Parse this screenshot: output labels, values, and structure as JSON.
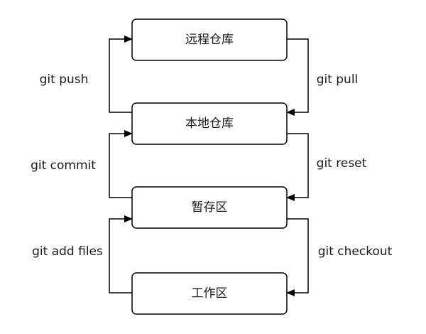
{
  "nodes": {
    "remote_repo": "远程仓库",
    "local_repo": "本地仓库",
    "staging_area": "暂存区",
    "working_dir": "工作区"
  },
  "edges": {
    "push": "git push",
    "pull": "git pull",
    "commit": "git commit",
    "reset": "git reset",
    "add": "git add files",
    "checkout": "git checkout"
  },
  "colors": {
    "stroke": "#000000",
    "text": "#1a1a1a",
    "background": "#ffffff"
  }
}
